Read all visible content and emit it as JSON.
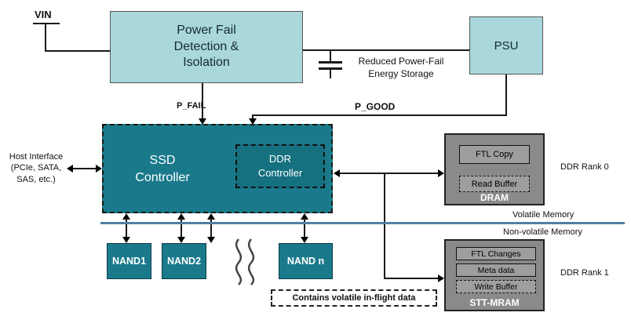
{
  "labels": {
    "vin": "VIN",
    "p_fail": "P_FAIL",
    "p_good": "P_GOOD",
    "reduced_storage": "Reduced Power-Fail\nEnergy Storage",
    "host_interface": "Host Interface\n(PCIe, SATA,\nSAS, etc.)",
    "volatile": "Volatile Memory",
    "non_volatile": "Non-volatile Memory",
    "ddr_rank0": "DDR Rank 0",
    "ddr_rank1": "DDR Rank 1",
    "note": "Contains volatile in-flight data"
  },
  "boxes": {
    "power_fail": "Power Fail\nDetection &\nIsolation",
    "psu": "PSU",
    "ssd_controller": "SSD\nController",
    "ddr_controller": "DDR\nController",
    "nand1": "NAND1",
    "nand2": "NAND2",
    "nand_n": "NAND n",
    "dram": {
      "title": "DRAM",
      "items": [
        "FTL Copy",
        "Read Buffer"
      ]
    },
    "stt_mram": {
      "title": "STT-MRAM",
      "items": [
        "FTL Changes",
        "Meta data",
        "Write Buffer"
      ]
    }
  },
  "colors": {
    "light_teal": "#a9d7dc",
    "teal": "#1a7a8c",
    "teal_dark": "#15707f",
    "gray_box": "#8a8a8a",
    "gray_inner": "#9e9e9e",
    "separator": "#4f81a3"
  }
}
